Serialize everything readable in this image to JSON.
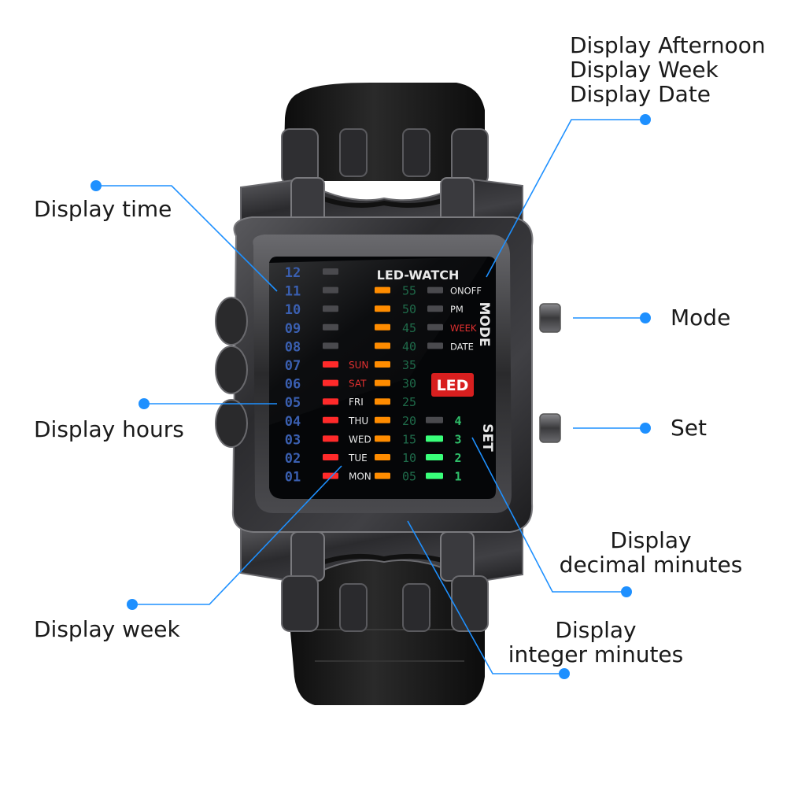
{
  "callouts": {
    "display_time": "Display time",
    "display_hours": "Display hours",
    "display_week": "Display week",
    "mode": "Mode",
    "set": "Set",
    "display_afternoon_lines": [
      "Display Afternoon",
      "Display Week",
      "Display Date"
    ],
    "decimal_minutes_lines": [
      "Display",
      "decimal minutes"
    ],
    "integer_minutes_lines": [
      "Display",
      "integer minutes"
    ]
  },
  "watch": {
    "brand": "LED-WATCH",
    "badge": "LED",
    "mode_button": "MODE",
    "set_button": "SET",
    "hours_digits": [
      "12",
      "11",
      "10",
      "09",
      "08",
      "07",
      "06",
      "05",
      "04",
      "03",
      "02",
      "01"
    ],
    "weekdays": [
      "SUN",
      "SAT",
      "FRI",
      "THU",
      "WED",
      "TUE",
      "MON"
    ],
    "minutes_tens": [
      "55",
      "50",
      "45",
      "40",
      "35",
      "30",
      "25",
      "20",
      "15",
      "10",
      "05"
    ],
    "status_labels": [
      "ONOFF",
      "PM",
      "WEEK",
      "DATE"
    ],
    "minute_units": [
      "4",
      "3",
      "2",
      "1"
    ]
  },
  "colors": {
    "leader_line": "#1e90ff",
    "hours_digit": "#3a5fb0",
    "weekday_led": "#ff2a2a",
    "minute_led": "#ff8c00",
    "decimal_led": "#39ff7a",
    "week_label": "#e23030",
    "badge": "#e02222"
  }
}
